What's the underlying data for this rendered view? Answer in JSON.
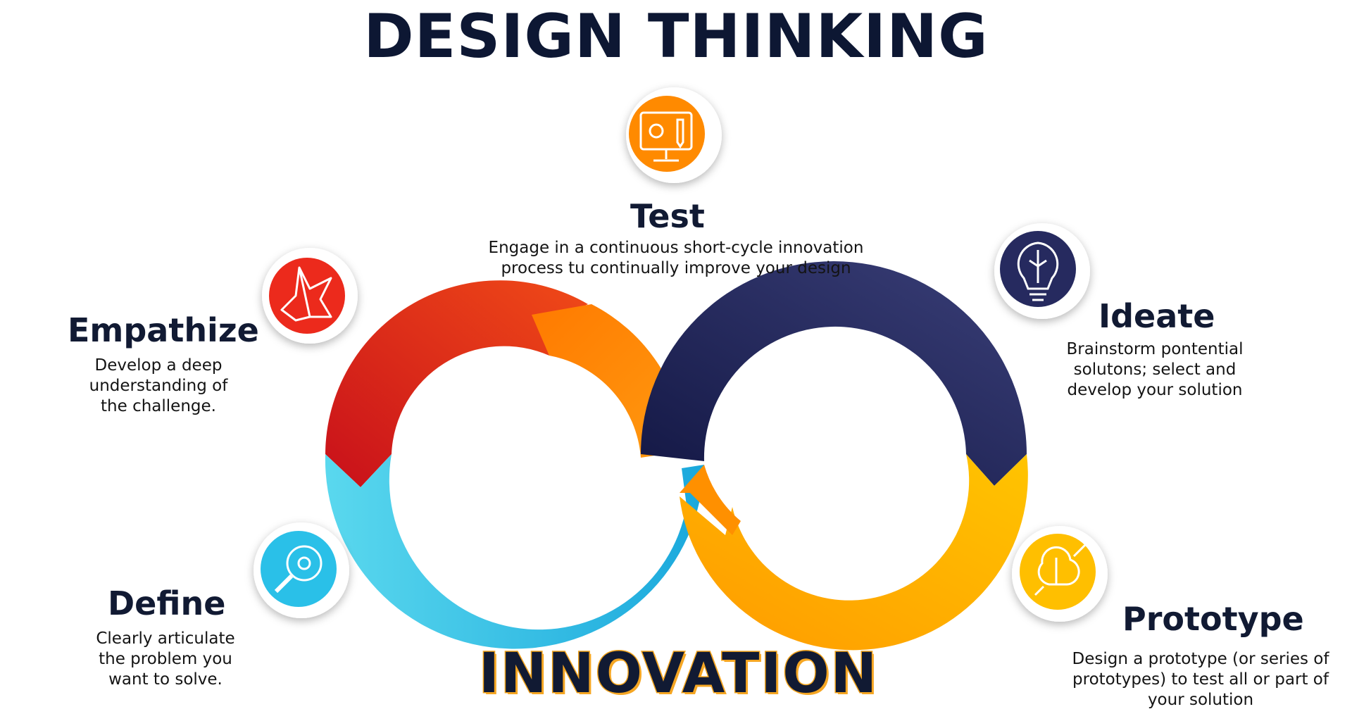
{
  "title": "DESIGN THINKING",
  "footer": "INNOVATION",
  "stages": {
    "test": {
      "heading": "Test",
      "desc_lines": [
        "Engage in a continuous short-cycle innovation",
        "process tu continually improve your design"
      ],
      "icon": "monitor-design-icon",
      "color": "#ff8a00"
    },
    "empathize": {
      "heading": "Empathize",
      "desc_lines": [
        "Develop a deep",
        "understanding of",
        "the challenge."
      ],
      "icon": "origami-bird-icon",
      "color": "#e8281e"
    },
    "ideate": {
      "heading": "Ideate",
      "desc_lines": [
        "Brainstorm pontential",
        "solutons; select and",
        "develop your solution"
      ],
      "icon": "lightbulb-brain-icon",
      "color": "#252a5e"
    },
    "define": {
      "heading": "Define",
      "desc_lines": [
        "Clearly articulate",
        "the problem you",
        "want to solve."
      ],
      "icon": "magnifier-gear-icon",
      "color": "#2cc0e8"
    },
    "prototype": {
      "heading": "Prototype",
      "desc_lines": [
        "Design a prototype (or series of",
        "prototypes) to test all or part of",
        "your solution"
      ],
      "icon": "brain-pencil-icon",
      "color": "#ffbf00"
    }
  }
}
